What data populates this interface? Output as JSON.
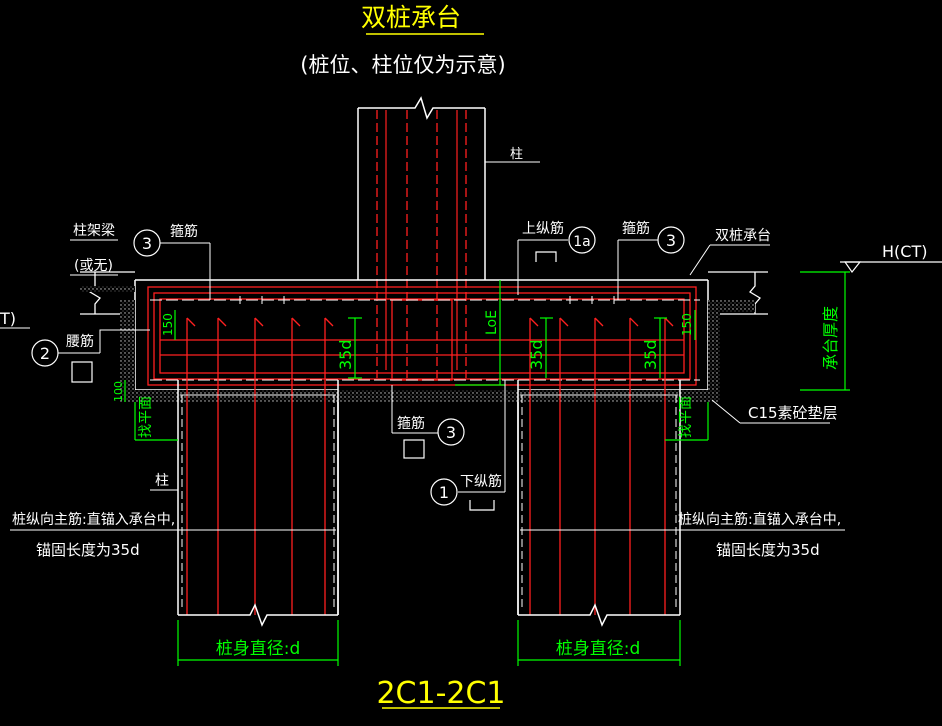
{
  "title": "双桩承台",
  "subtitle": "(桩位、柱位仅为示意)",
  "section_label": "2C1-2C1",
  "labels": {
    "column": "柱",
    "frame_beam": "柱架梁",
    "frame_beam_or_none": "(或无)",
    "stirrup_top_left": "箍筋",
    "top_long_bar": "上纵筋",
    "stirrup_top_right": "箍筋",
    "double_pile_cap": "双桩承台",
    "elevation": "H(CT)",
    "cap_thickness": "承台厚度",
    "waist_bar": "腰筋",
    "edge_t": "T)",
    "dim_150_left": "150",
    "dim_150_right": "150",
    "dim_100": "100",
    "dim_35d_left": "35d",
    "dim_35d_mid": "35d",
    "dim_35d_right": "35d",
    "dim_loe": "LoE",
    "level_left": "找平面",
    "level_right": "找平面",
    "c15_cushion": "C15素砼垫层",
    "stirrup_bottom": "箍筋",
    "bottom_long_bar": "下纵筋",
    "pile": "柱",
    "pile_note_left_1": "桩纵向主筋:直锚入承台中,",
    "pile_note_left_2": "锚固长度为35d",
    "pile_note_right_1": "桩纵向主筋:直锚入承台中,",
    "pile_note_right_2": "锚固长度为35d",
    "pile_diameter_left": "桩身直径:d",
    "pile_diameter_right": "桩身直径:d"
  },
  "callouts": {
    "c3_top_left": "3",
    "c1a_top": "1a",
    "c3_top_right": "3",
    "c2_left": "2",
    "c3_bottom": "3",
    "c1_bottom": "1"
  },
  "colors": {
    "background": "#000000",
    "outline": "#ffffff",
    "rebar": "#ff2020",
    "dimension": "#00ff00",
    "title": "#ffff00"
  }
}
